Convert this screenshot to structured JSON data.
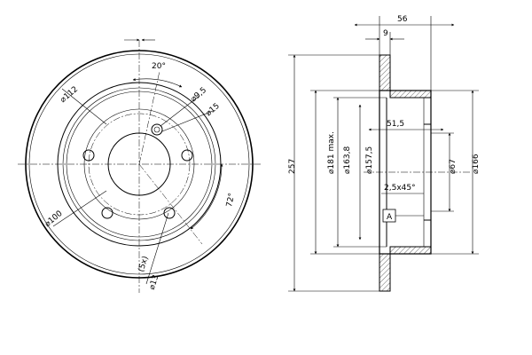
{
  "front_view": {
    "dims": {
      "angle_between_holes": "20°",
      "small_hole_dia": "⌀9,5",
      "hole_circle_dia": "⌀15",
      "pcd": "⌀112",
      "center_bore": "⌀100",
      "spoke_angle": "72°",
      "hole_count": "(5x)",
      "wheel_bolt_dia": "⌀13"
    }
  },
  "side_view": {
    "dims": {
      "total_width": "56",
      "disc_thickness": "9",
      "outer_dia": "257",
      "max_dia": "⌀181 max.",
      "drum_dia": "⌀163,8",
      "inner_dia": "⌀157,5",
      "drum_depth": "51,5",
      "hub_dia": "⌀67",
      "hat_dia": "⌀166",
      "chamfer": "2,5x45°",
      "datum": "A"
    }
  }
}
